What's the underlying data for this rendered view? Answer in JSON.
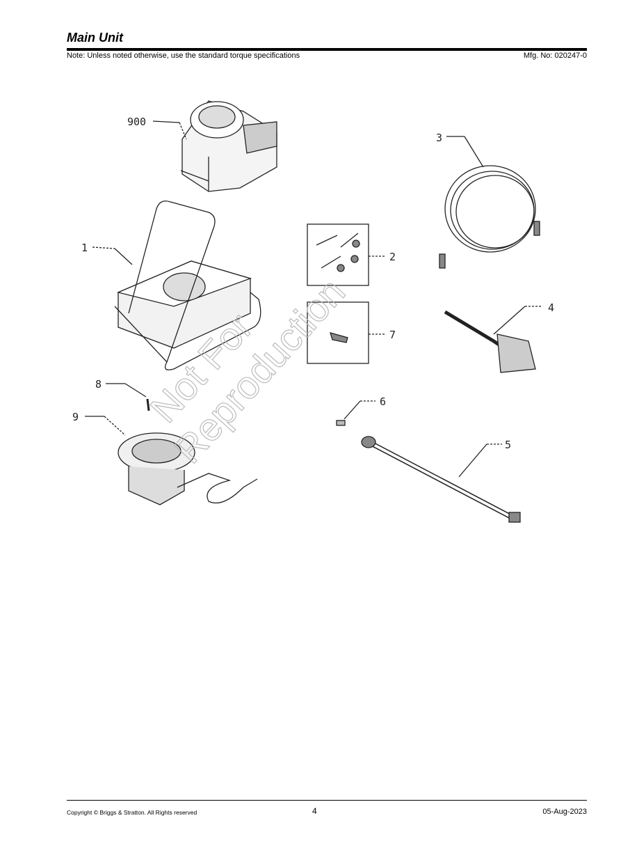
{
  "header": {
    "title": "Main Unit",
    "note": "Note: Unless noted otherwise, use the standard torque specifications",
    "mfg_no": "Mfg. No: 020247-0"
  },
  "diagram": {
    "callouts": [
      "900",
      "3",
      "1",
      "2",
      "7",
      "4",
      "8",
      "9",
      "6",
      "5"
    ],
    "watermark": [
      "Not For",
      "Reproduction"
    ]
  },
  "footer": {
    "copyright": "Copyright ©  Briggs & Stratton. All Rights reserved",
    "page_number": "4",
    "date": "05-Aug-2023"
  }
}
